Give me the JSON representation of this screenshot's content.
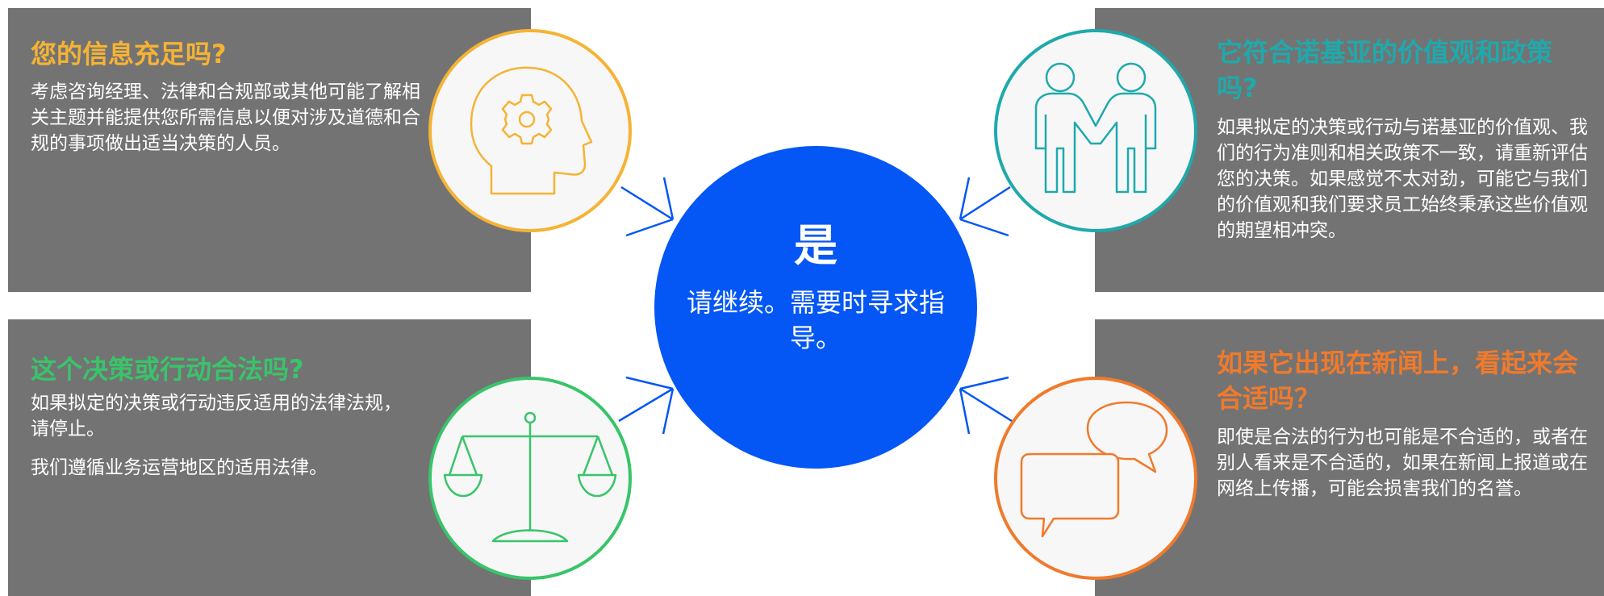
{
  "panels": {
    "top_left": {
      "title": "您的信息充足吗?",
      "title_color": "#f5b335",
      "body": [
        "考虑咨询经理、法律和合规部或其他可能了解相关主题并能提供您所需信息以便对涉及道德和合规的事项做出适当决策的人员。"
      ],
      "icon": "head-gear-icon"
    },
    "bottom_left": {
      "title": "这个决策或行动合法吗?",
      "title_color": "#39c46a",
      "body": [
        "如果拟定的决策或行动违反适用的法律法规，请停止。",
        "我们遵循业务运营地区的适用法律。"
      ],
      "icon": "scales-icon"
    },
    "top_right": {
      "title": "它符合诺基亚的价值观和政策吗?",
      "title_color": "#1fa9ad",
      "body": [
        "如果拟定的决策或行动与诺基亚的价值观、我们的行为准则和相关政策不一致，请重新评估您的决策。如果感觉不太对劲，可能它与我们的价值观和我们要求员工始终秉承这些价值观的期望相冲突。"
      ],
      "icon": "handshake-people-icon"
    },
    "bottom_right": {
      "title": "如果它出现在新闻上，看起来会合适吗？",
      "title_color": "#f07a2c",
      "body": [
        "即使是合法的行为也可能是不合适的，或者在别人看来是不合适的，如果在新闻上报道或在网络上传播，可能会损害我们的名誉。"
      ],
      "icon": "speech-bubbles-icon"
    }
  },
  "center": {
    "heading": "是",
    "text": "请继续。需要时寻求指导。",
    "color": "#0457f5"
  },
  "colors": {
    "panel_bg": "#737373",
    "arrow": "#0457f5"
  }
}
